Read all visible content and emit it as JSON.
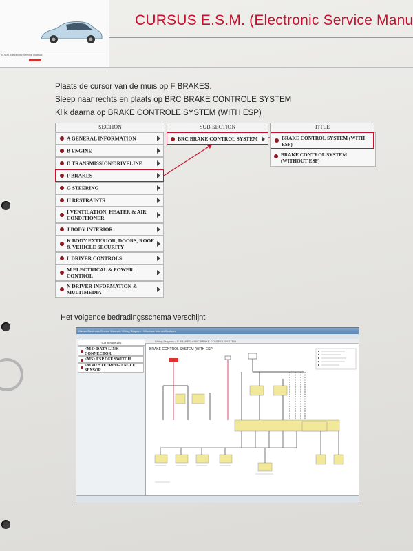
{
  "header": {
    "title": "CURSUS   E.S.M. (Electronic Service Manual)",
    "thumbnail_caption": "E.S.M. Electronic Service Manual",
    "thumbnail_footer": ""
  },
  "instructions": [
    "Plaats de cursor van de muis op F BRAKES.",
    "Sleep naar rechts en plaats op BRC BRAKE CONTROLE SYSTEM",
    "Klik daarna op BRAKE CONTROLE SYSTEM (WITH ESP)"
  ],
  "table": {
    "headers": {
      "section": "SECTION",
      "sub_section": "SUB-SECTION",
      "title": "TITLE"
    },
    "sections": [
      "A GENERAL INFORMATION",
      "B ENGINE",
      "D TRANSMISSION/DRIVELINE",
      "F BRAKES",
      "G STEERING",
      "H RESTRAINTS",
      "I VENTILATION, HEATER & AIR CONDITIONER",
      "J BODY INTERIOR",
      "K BODY EXTERIOR, DOORS, ROOF & VEHICLE SECURITY",
      "L DRIVER CONTROLS",
      "M ELECTRICAL & POWER CONTROL",
      "N DRIVER INFORMATION & MULTIMEDIA"
    ],
    "sub_section": "BRC BRAKE CONTROL SYSTEM",
    "titles": [
      "BRAKE CONTROL SYSTEM (WITH ESP)",
      "BRAKE CONTROL SYSTEM (WITHOUT ESP)"
    ],
    "highlight_color": "#c8102e"
  },
  "caption": "Het volgende bedradingsschema verschijnt",
  "screenshot": {
    "window_title": "Nissan Electronic Service Manual - Wiring Diagram - Windows Internet Explorer",
    "tab_path": "Wiring Diagram > F BRAKES > BRC BRAKE CONTROL SYSTEM",
    "connector_list_header": "Connector List",
    "connectors": [
      "<M4> DATA LINK CONNECTOR",
      "<M5> ESP OFF SWITCH",
      "<M30> STEERING ANGLE SENSOR"
    ],
    "diagram_title": "BRAKE CONTROL SYSTEM (WITH ESP)"
  }
}
